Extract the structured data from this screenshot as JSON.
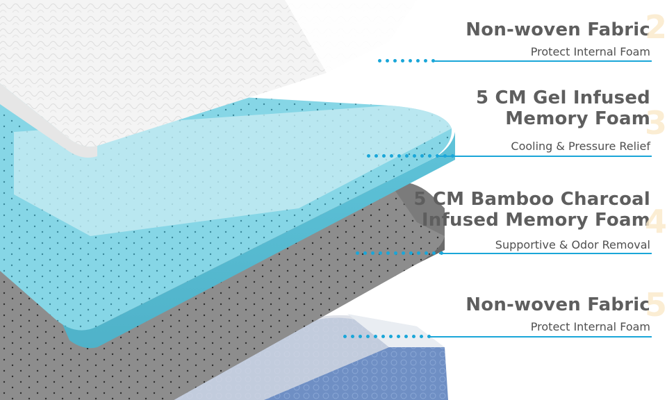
{
  "layers": [
    {
      "title": "Non-woven Fabric",
      "subtitle": "Protect Internal Foam",
      "number": "2"
    },
    {
      "title_line1": "5 CM Gel Infused",
      "title_line2": "Memory Foam",
      "subtitle": "Cooling & Pressure Relief",
      "number": "3"
    },
    {
      "title_line1": "5 CM Bamboo Charcoal",
      "title_line2": "Infused Memory Foam",
      "subtitle": "Supportive & Odor Removal",
      "number": "4"
    },
    {
      "title": "Non-woven Fabric",
      "subtitle": "Protect Internal Foam",
      "number": "5"
    }
  ],
  "colors": {
    "accent": "#1aa6d8",
    "text": "#5e5e5e",
    "cover": "#f3f3f3",
    "gel_foam": "#7fd3e4",
    "charcoal_foam": "#8c8c8c",
    "base_fabric": "#6b8bc0"
  }
}
